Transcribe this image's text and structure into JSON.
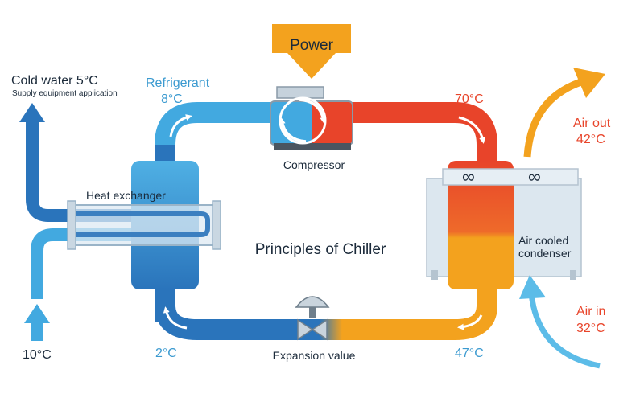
{
  "title": "Principles of Chiller",
  "power": {
    "label": "Power"
  },
  "components": {
    "compressor": "Compressor",
    "heat_exchanger": "Heat exchanger",
    "expansion_valve": "Expansion value",
    "condenser_line1": "Air cooled",
    "condenser_line2": "condenser"
  },
  "cold_water": {
    "label": "Cold water 5°C",
    "sublabel": "Supply equipment application",
    "return_temp": "10°C"
  },
  "refrigerant": {
    "label": "Refrigerant",
    "temp_suction": "8°C",
    "temp_discharge": "70°C",
    "temp_liquid": "47°C",
    "temp_evap_in": "2°C"
  },
  "air": {
    "out_label": "Air out",
    "out_temp": "42°C",
    "in_label": "Air in",
    "in_temp": "32°C"
  },
  "colors": {
    "hot_red": "#e8442a",
    "warm_orange": "#f3a21e",
    "cold_blue": "#2a74bb",
    "light_blue": "#42a9e0",
    "pale_blue": "#5cbce8",
    "text_blue": "#3b9ad0",
    "text_orange": "#e8442a",
    "text_dark": "#1b2a3a"
  }
}
